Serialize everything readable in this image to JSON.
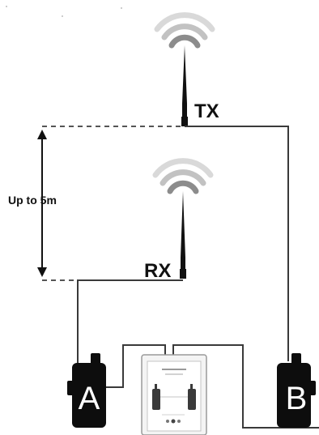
{
  "labels": {
    "tx": "TX",
    "rx": "RX",
    "range": "Up to 5m",
    "radio_a": "A",
    "radio_b": "B"
  },
  "colors": {
    "line": "#3a3a3a",
    "antenna": "#111111",
    "signal_outer": "#d9d9d9",
    "signal_mid": "#bfbfbf",
    "signal_inner": "#8c8c8c",
    "radio_body": "#0d0d0d",
    "radio_letter": "#ffffff"
  },
  "icons": {
    "tx_antenna": "antenna-icon",
    "rx_antenna": "antenna-icon",
    "tx_signal": "wifi-signal-icon",
    "rx_signal": "wifi-signal-icon",
    "radio": "walkie-talkie-icon",
    "controller": "duplexer-device-icon"
  }
}
